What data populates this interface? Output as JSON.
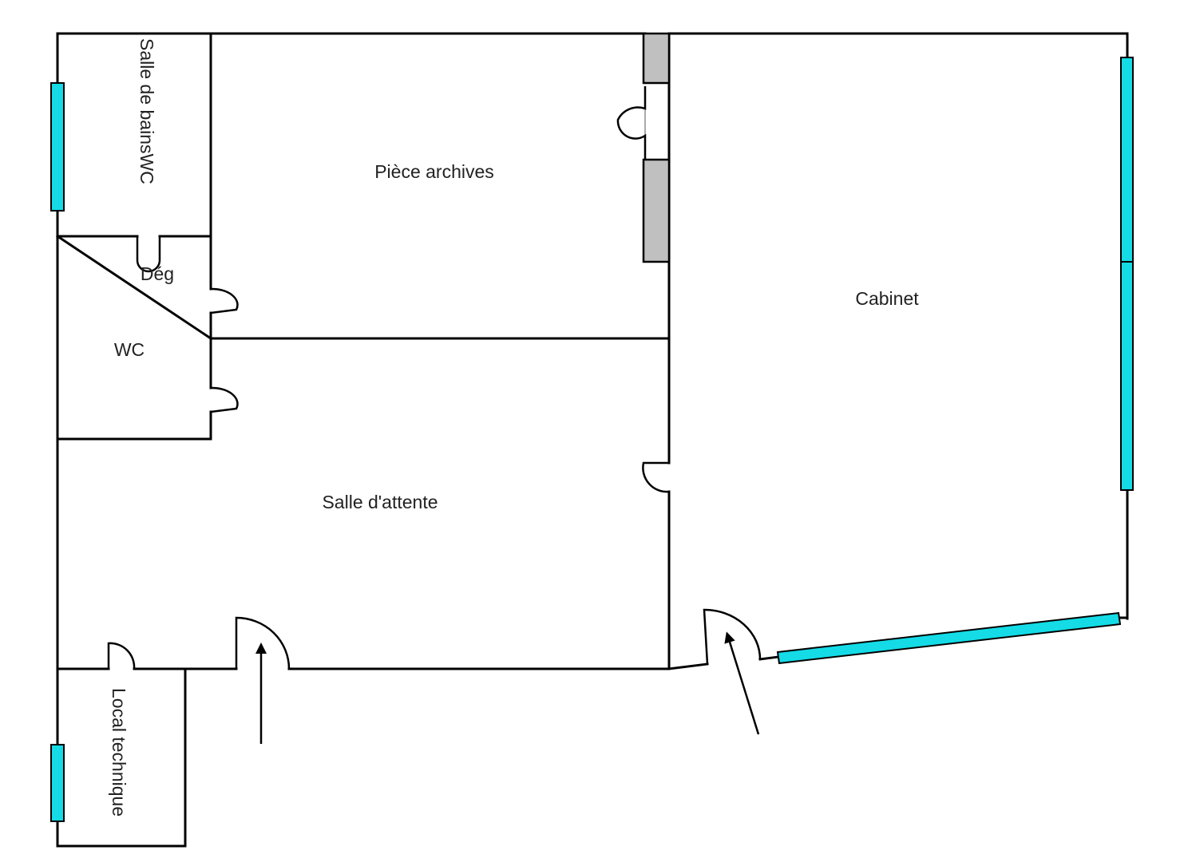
{
  "colors": {
    "window": "#14dbe6",
    "pillar": "#c0c0c0",
    "wall": "#000000",
    "background": "#ffffff"
  },
  "rooms": {
    "salle_de_bains": "Salle de bainsWC",
    "piece_archives": "Pièce archives",
    "cabinet": "Cabinet",
    "deg": "Dég",
    "wc": "WC",
    "salle_attente": "Salle d'attente",
    "local_technique": "Local technique"
  },
  "icons": {
    "entrance_arrow": "arrow-up-icon",
    "door_swing": "door-arc-icon"
  }
}
